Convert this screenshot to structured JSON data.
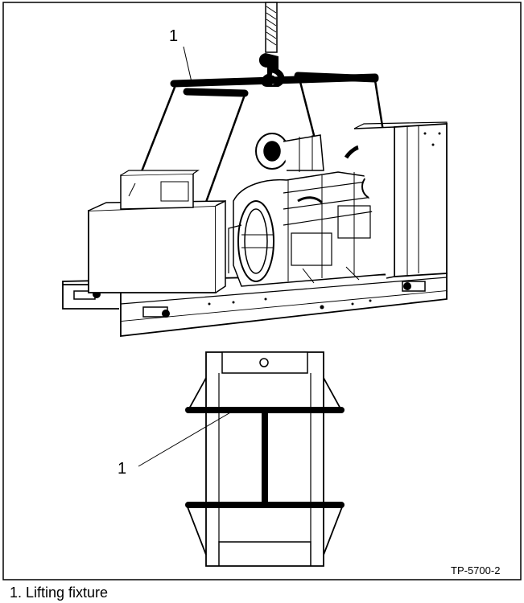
{
  "figure": {
    "callout_top": "1",
    "callout_bottom": "1",
    "figure_id": "TP-5700-2",
    "legend_item": "1. Lifting fixture"
  },
  "colors": {
    "ink": "#000000",
    "paper": "#ffffff",
    "shade": "#d9d9d9"
  }
}
